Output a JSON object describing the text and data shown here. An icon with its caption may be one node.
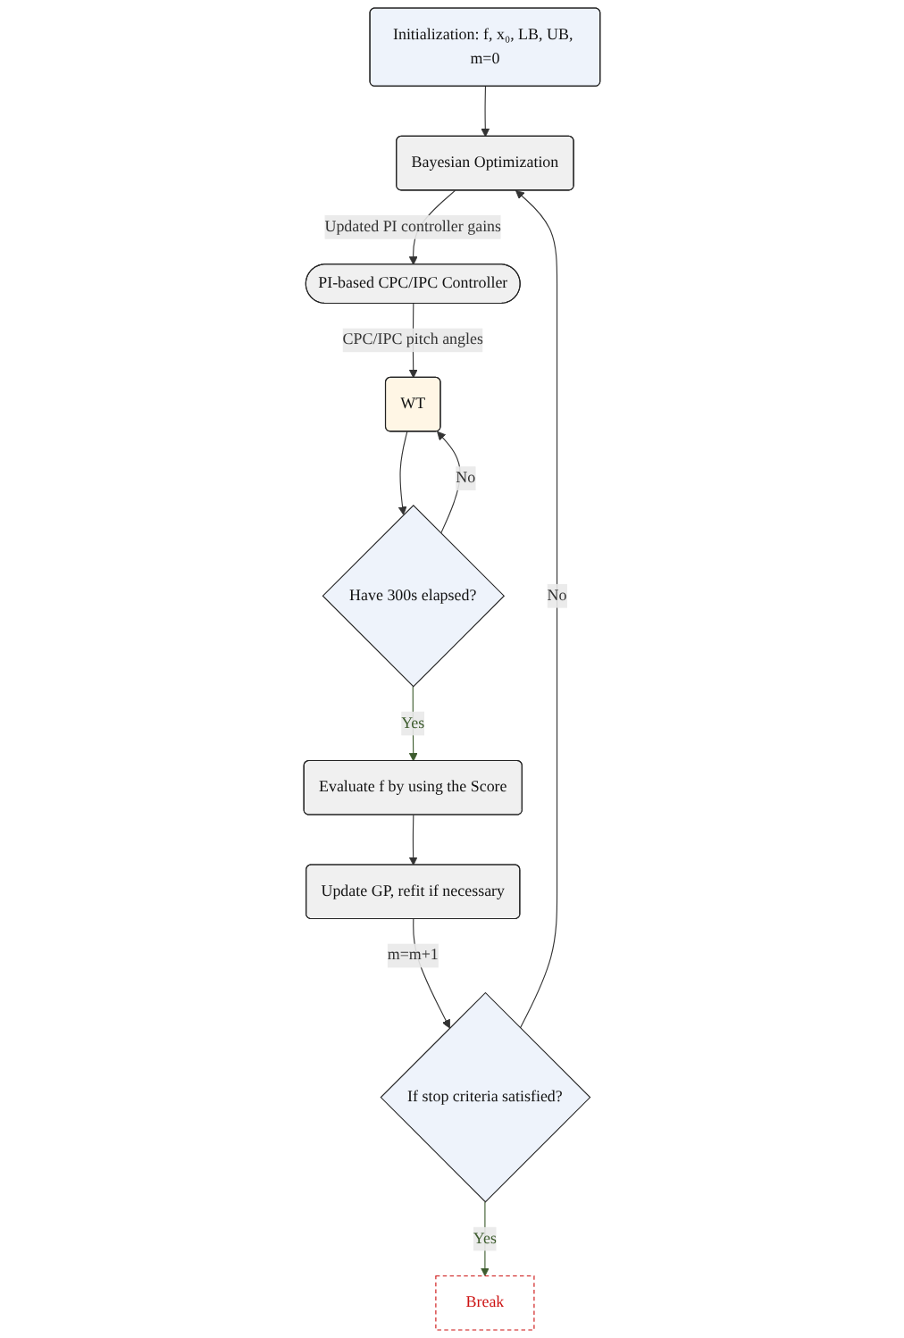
{
  "diagram": {
    "nodes": [
      {
        "text": [
          "Initialization: f, x₀, LB, UB, m=0"
        ]
      },
      {
        "text": [
          "Bayesian Optimization"
        ]
      },
      {
        "text": [
          "PI-based CPC/IPC Controller"
        ]
      },
      {
        "text": [
          "WT"
        ]
      },
      {
        "text": [
          "Have 300s elapsed?"
        ]
      },
      {
        "text": [
          "Evaluate f by using the Score"
        ]
      },
      {
        "text": [
          "Update GP, refit if necessary"
        ]
      },
      {
        "text": [
          "If stop criteria satisfied?"
        ]
      },
      {
        "text": [
          "Break"
        ]
      }
    ],
    "edges": [
      {
        "from": 0,
        "to": 1,
        "arrow": "to"
      },
      {
        "from": 1,
        "to": 2,
        "arrow": "to",
        "label": "Updated PI controller gains"
      },
      {
        "from": 2,
        "to": 3,
        "arrow": "to",
        "label": "CPC/IPC pitch angles"
      },
      {
        "from": 3,
        "to": 4,
        "arrow": "to"
      },
      {
        "from": 4,
        "to": 3,
        "arrow": "to",
        "label": "No"
      },
      {
        "from": 4,
        "to": 5,
        "arrow": "to",
        "label": "Yes",
        "color": "#3d5c2e"
      },
      {
        "from": 5,
        "to": 6,
        "arrow": "to"
      },
      {
        "from": 6,
        "to": 7,
        "arrow": "to",
        "label": "m=m+1"
      },
      {
        "from": 7,
        "to": 1,
        "arrow": "to",
        "label": "No"
      },
      {
        "from": 7,
        "to": 8,
        "arrow": "to",
        "label": "Yes",
        "color": "#3d5c2e"
      }
    ]
  }
}
